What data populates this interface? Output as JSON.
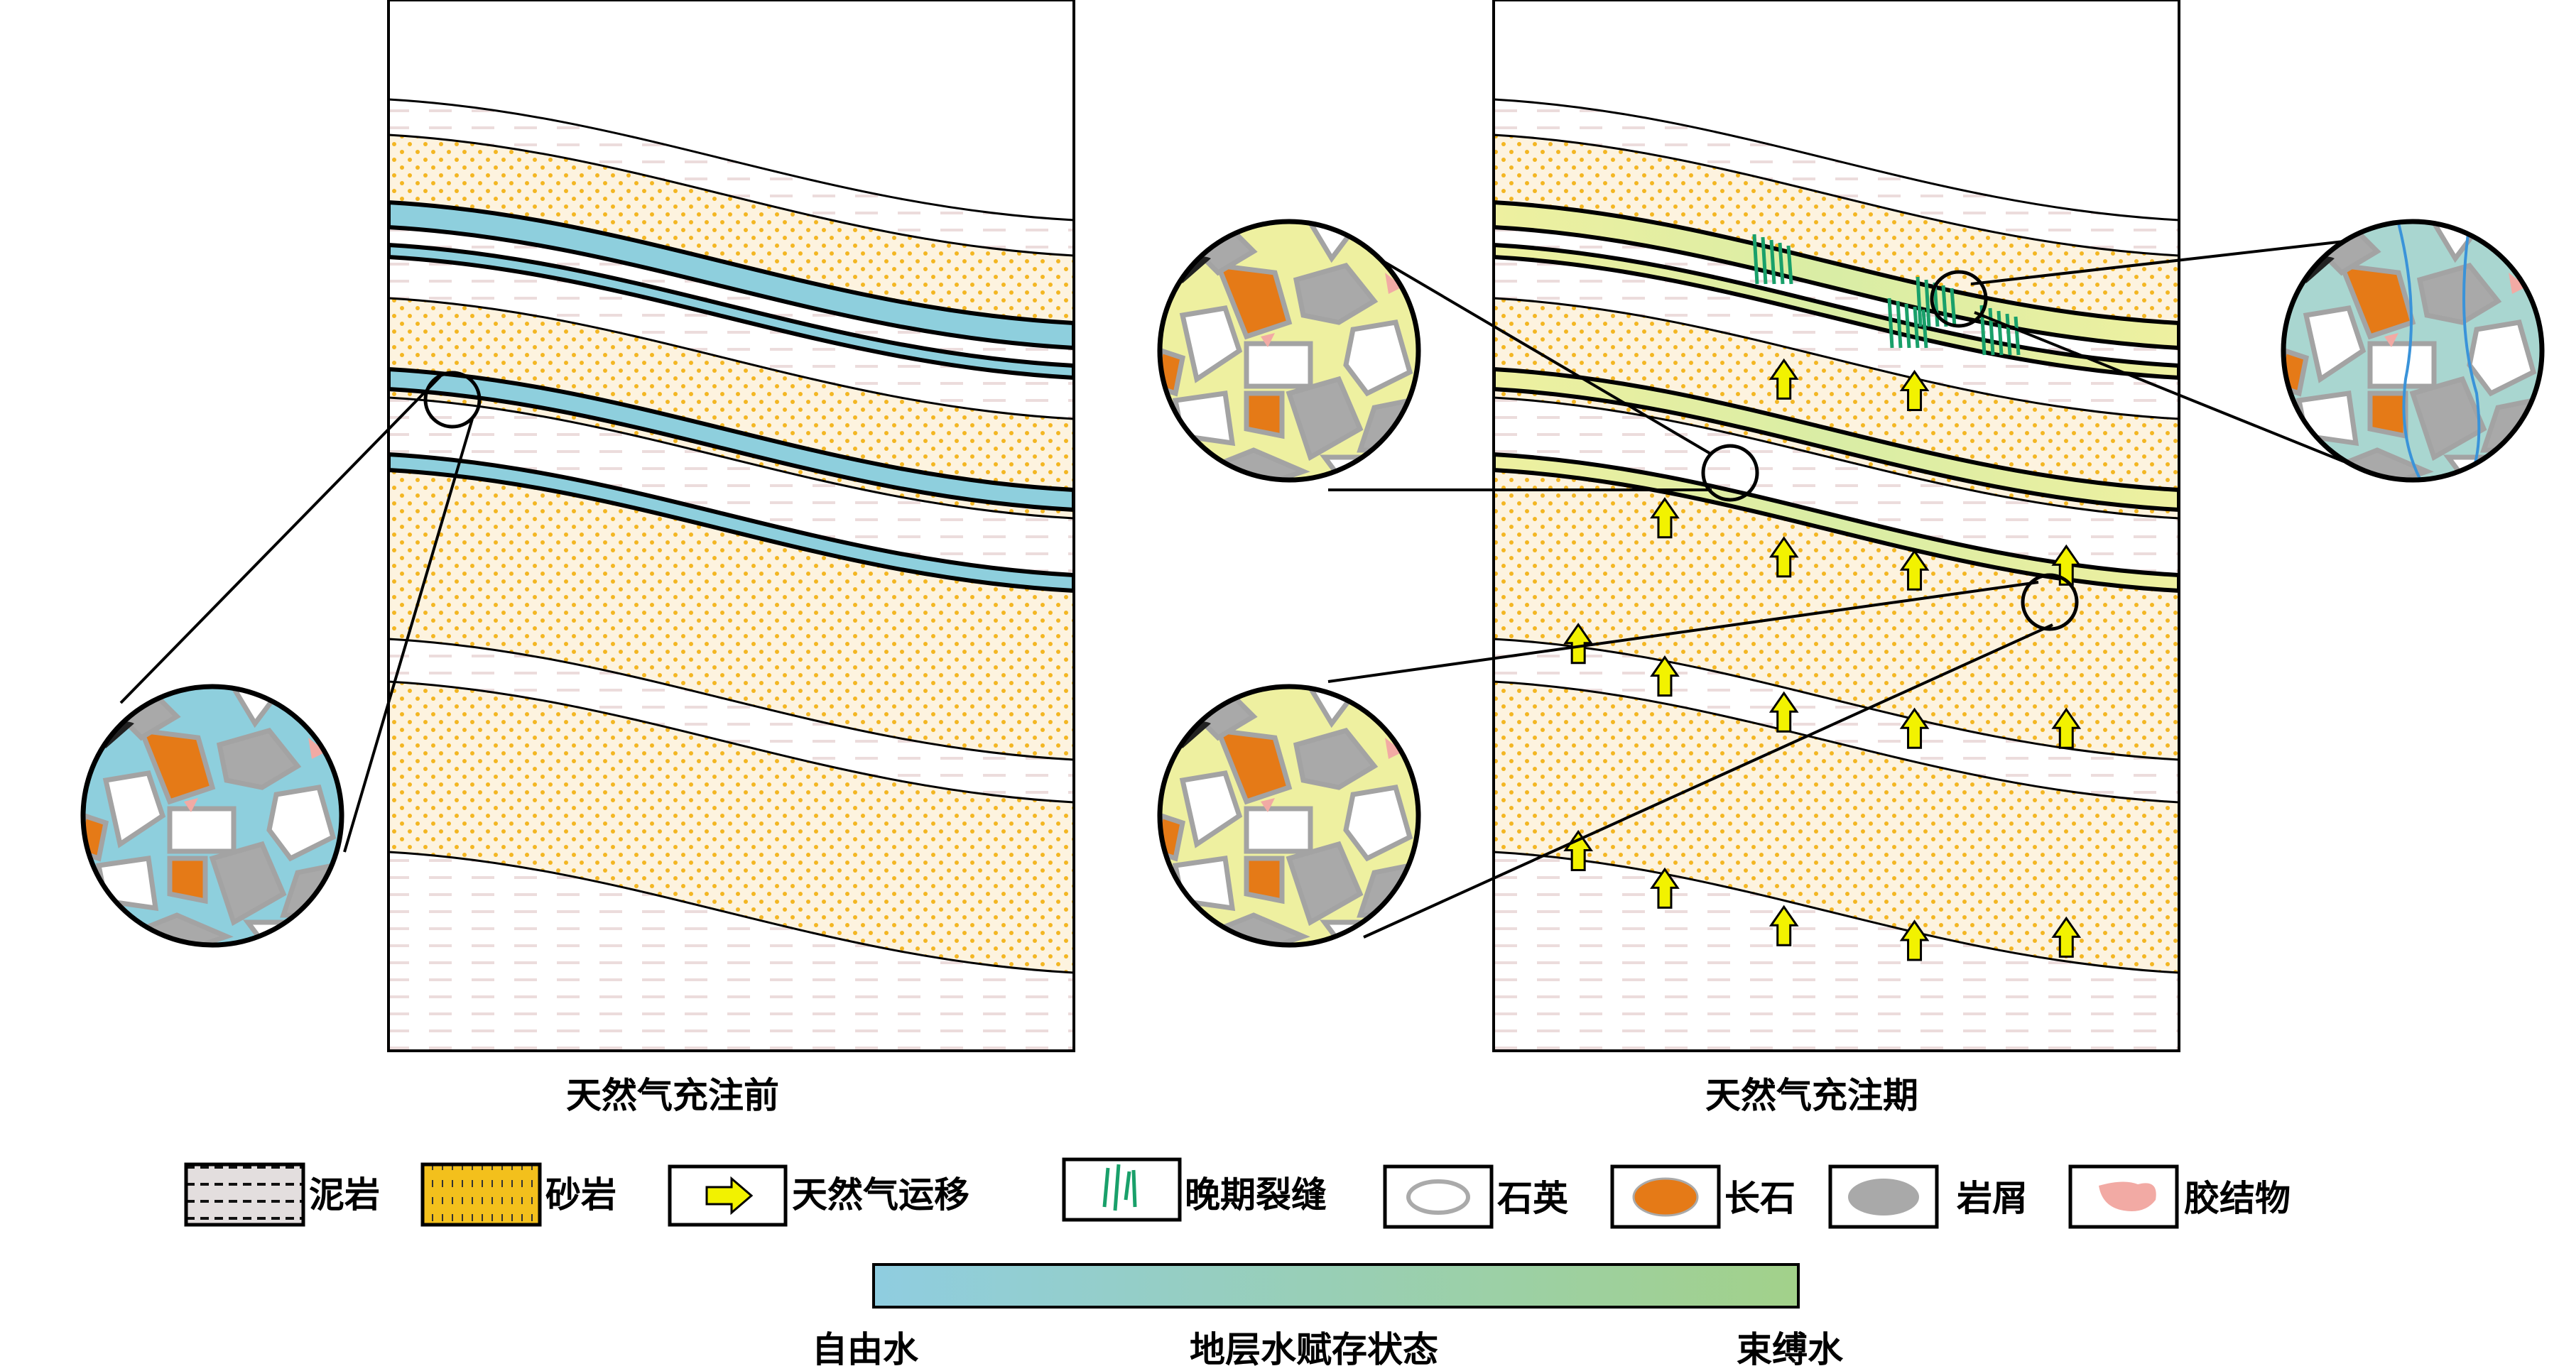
{
  "panels": {
    "before": {
      "title": "天然气充注前"
    },
    "during": {
      "title": "天然气充注期"
    }
  },
  "legend": {
    "items": [
      {
        "label": "泥岩",
        "icon": "mudstone-pattern"
      },
      {
        "label": "砂岩",
        "icon": "sandstone-pattern"
      },
      {
        "label": "天然气运移",
        "icon": "yellow-arrow"
      },
      {
        "label": "晚期裂缝",
        "icon": "green-fracture"
      },
      {
        "label": "石英",
        "icon": "quartz-grain"
      },
      {
        "label": "长石",
        "icon": "feldspar-grain"
      },
      {
        "label": "岩屑",
        "icon": "rock-fragment"
      },
      {
        "label": "胶结物",
        "icon": "cement"
      }
    ],
    "gradient": {
      "title": "地层水赋存状态",
      "left_label": "自由水",
      "right_label": "束缚水",
      "colors": [
        "#8fcde0",
        "#a2d18a"
      ]
    }
  },
  "colors": {
    "sand": "#f3b623",
    "free_water": "#8ecfdd",
    "gas_layer": "#eef0a0",
    "feldspar": "#e57a17",
    "lithic": "#a9a9a9",
    "cement": "#f2aaa4",
    "fracture": "#19a06a",
    "arrow": "#f2f200"
  }
}
